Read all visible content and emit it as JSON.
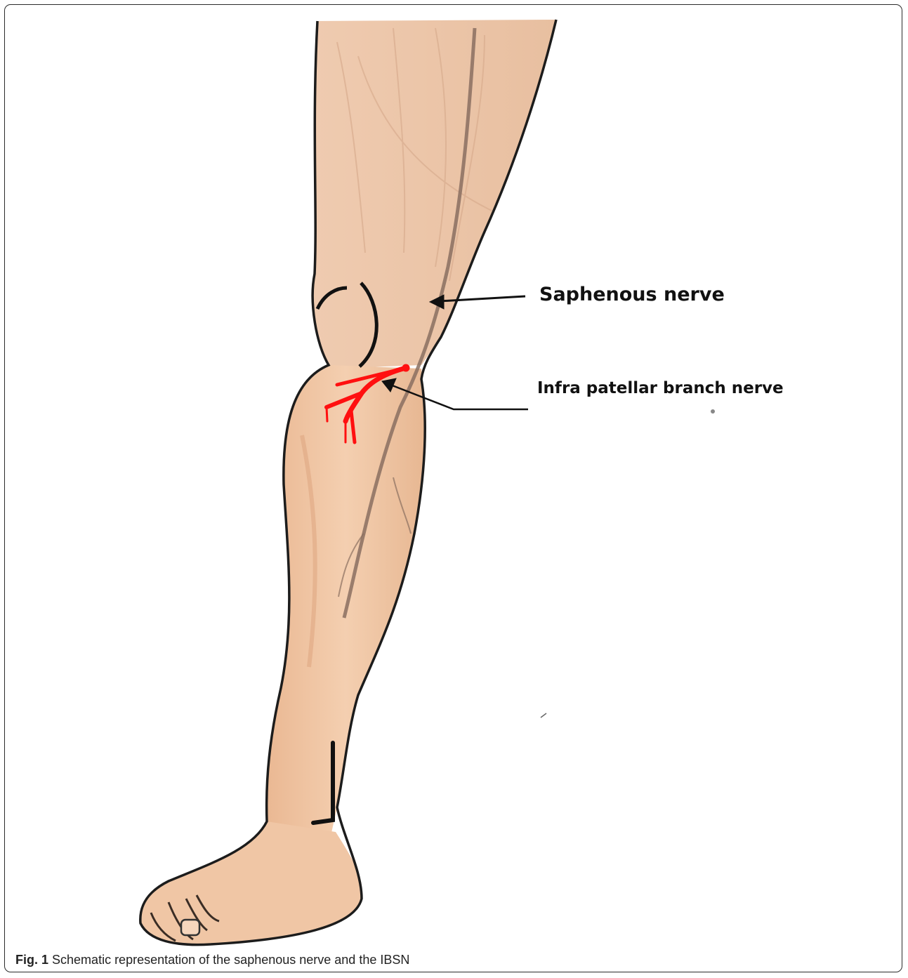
{
  "figure": {
    "labels": {
      "saphenous_nerve": "Saphenous nerve",
      "infrapatellar_branch": "Infra patellar branch nerve"
    },
    "caption": {
      "number": "Fig. 1",
      "text": "Schematic representation of the saphenous nerve and the IBSN"
    }
  },
  "colors": {
    "skin": "#f2c9a8",
    "skin_shadow": "#e3ad86",
    "nerve_highlight": "#ff1010",
    "outline": "#1a1a1a"
  }
}
